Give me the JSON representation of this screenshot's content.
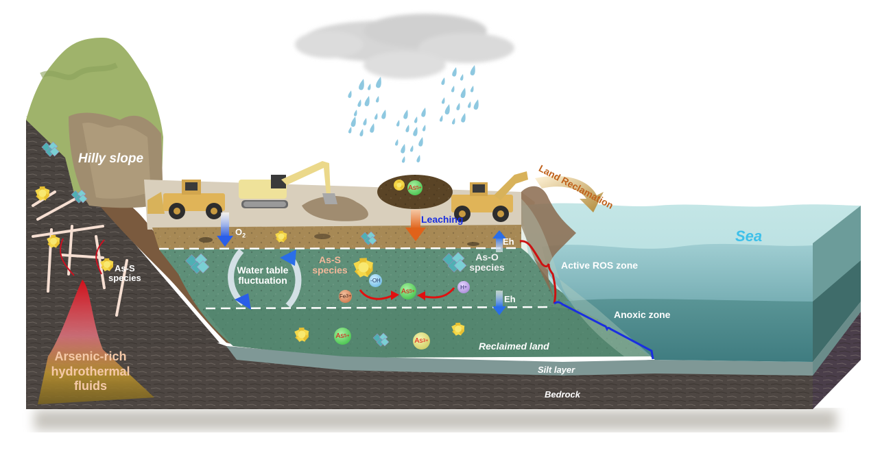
{
  "title": "Arsenic cycling in reclaimed coastal land",
  "labels": {
    "hilly_slope": "Hilly slope",
    "as_s_species_left_line1": "As-S",
    "as_s_species_left_line2": "species",
    "hydrothermal_line1": "Arsenic-rich",
    "hydrothermal_line2": "hydrothermal",
    "hydrothermal_line3": "fluids",
    "o2": "O",
    "o2_sub": "2",
    "water_table_line1": "Water table",
    "water_table_line2": "fluctuation",
    "as_s_species_mid_line1": "As-S",
    "as_s_species_mid_line2": "species",
    "as_o_species_line1": "As-O",
    "as_o_species_line2": "species",
    "leaching": "Leaching",
    "eh_top": "Eh",
    "eh_bottom": "Eh",
    "land_reclamation": "Land Reclamation",
    "sea": "Sea",
    "active_ros_zone": "Active ROS zone",
    "anoxic_zone": "Anoxic zone",
    "reclaimed_land": "Reclaimed land",
    "silt_layer": "Silt layer",
    "bedrock": "Bedrock"
  },
  "ions": {
    "as5_pile": {
      "base": "As",
      "charge": "5+"
    },
    "oh": {
      "base": "-OH",
      "charge": ""
    },
    "fe3": {
      "base": "Fe",
      "charge": "3+"
    },
    "as5_center": {
      "base": "As",
      "charge": "5+"
    },
    "h": {
      "base": "H",
      "charge": "+"
    },
    "as5_lower": {
      "base": "As",
      "charge": "5+"
    },
    "as3_lower": {
      "base": "As",
      "charge": "3+"
    }
  },
  "colors": {
    "sea_light": "#bfe3e3",
    "sea_mid": "#8fc2c8",
    "sea_deep": "#4f8a8c",
    "reclaimed_green": "#5e8f78",
    "topsoil": "#a98a55",
    "surface": "#d8cfbd",
    "bedrock": "#4a4440",
    "silt": "#7f9a98",
    "hill_green": "#9fb36b",
    "hill_rock": "#9f8d70",
    "slope_brown": "#7a5a3e",
    "leaching_text": "#1a2ee0",
    "land_reclamation_text": "#c0621c",
    "sea_text": "#3ec0ea",
    "as_s_text": "#f2b89a",
    "hydro_text": "#f5c9a8",
    "ros_bracket": "#cc1111",
    "anoxic_bracket": "#1a2ee0",
    "reaction_arrow": "#e01010"
  }
}
